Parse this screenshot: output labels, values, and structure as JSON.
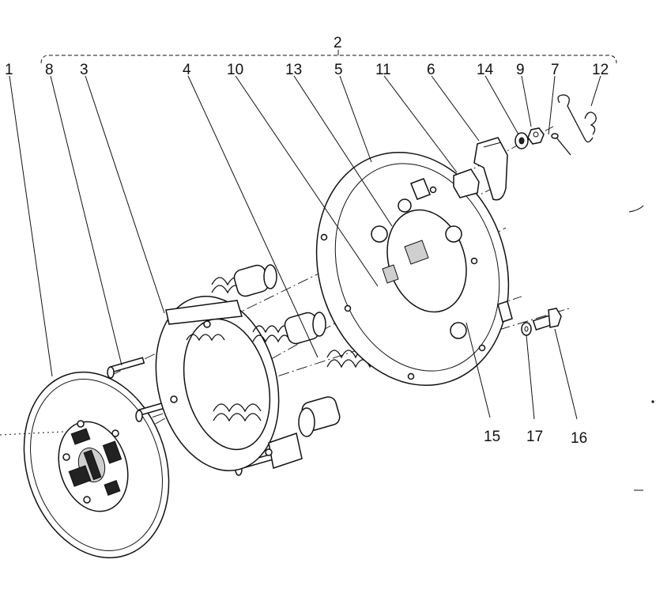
{
  "diagram": {
    "callouts": [
      {
        "id": "c1",
        "text": "1"
      },
      {
        "id": "c8",
        "text": "8"
      },
      {
        "id": "c3",
        "text": "3"
      },
      {
        "id": "c4",
        "text": "4"
      },
      {
        "id": "c10",
        "text": "10"
      },
      {
        "id": "c13",
        "text": "13"
      },
      {
        "id": "c5",
        "text": "5"
      },
      {
        "id": "c11",
        "text": "11"
      },
      {
        "id": "c6",
        "text": "6"
      },
      {
        "id": "c14",
        "text": "14"
      },
      {
        "id": "c9",
        "text": "9"
      },
      {
        "id": "c7",
        "text": "7"
      },
      {
        "id": "c12",
        "text": "12"
      },
      {
        "id": "c2",
        "text": "2"
      },
      {
        "id": "c15",
        "text": "15"
      },
      {
        "id": "c17",
        "text": "17"
      },
      {
        "id": "c16",
        "text": "16"
      }
    ]
  }
}
